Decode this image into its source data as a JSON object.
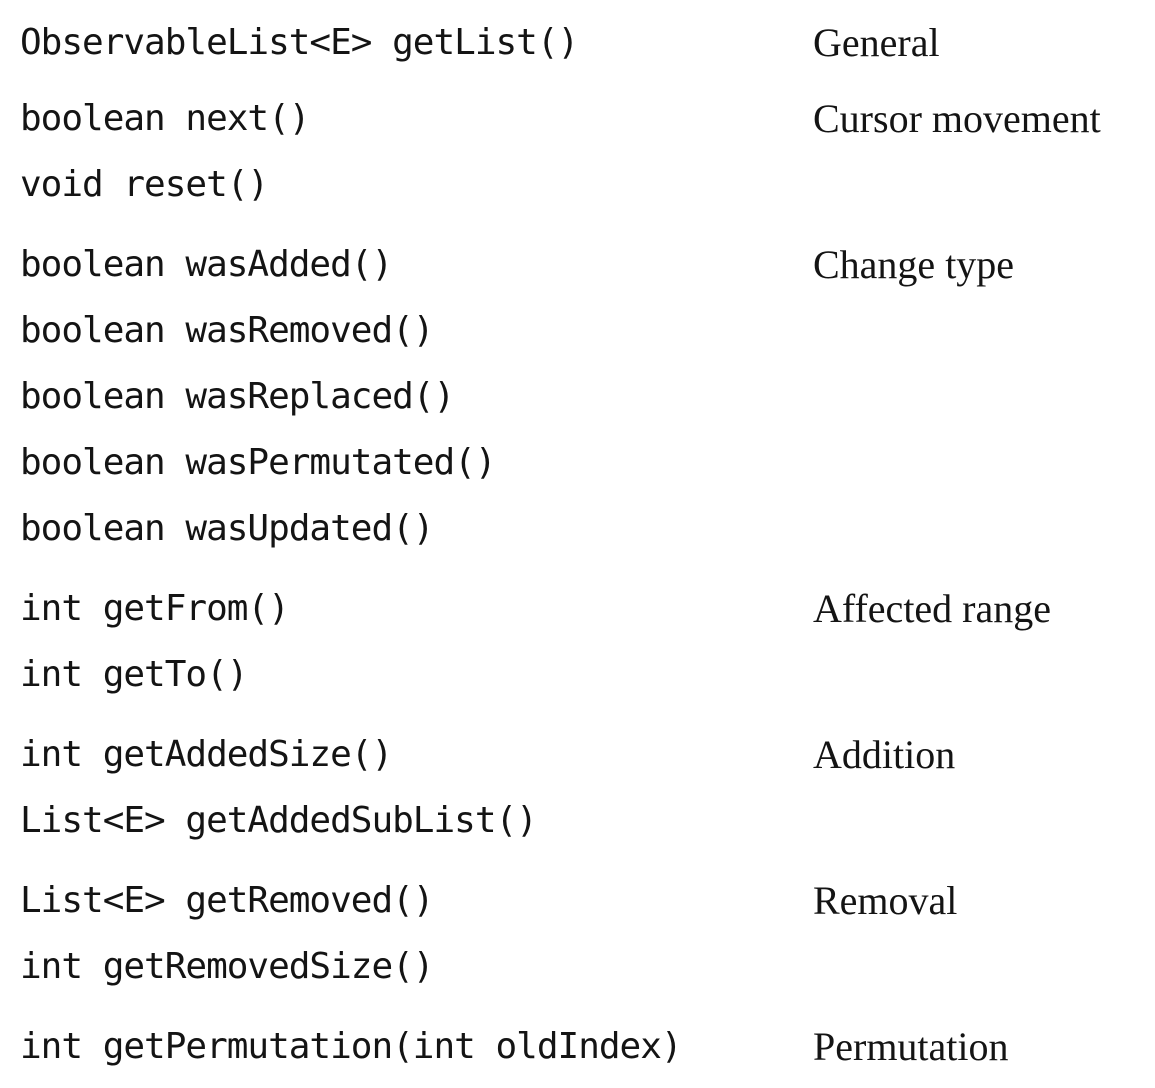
{
  "rows": [
    {
      "signature": "ObservableList<E> getList()",
      "category": "General"
    },
    {
      "signature": "boolean next()",
      "category": "Cursor movement"
    },
    {
      "signature": "void reset()",
      "category": ""
    },
    {
      "signature": "boolean wasAdded()",
      "category": "Change type"
    },
    {
      "signature": "boolean wasRemoved()",
      "category": ""
    },
    {
      "signature": "boolean wasReplaced()",
      "category": ""
    },
    {
      "signature": "boolean wasPermutated()",
      "category": ""
    },
    {
      "signature": "boolean wasUpdated()",
      "category": ""
    },
    {
      "signature": "int getFrom()",
      "category": "Affected range"
    },
    {
      "signature": "int getTo()",
      "category": ""
    },
    {
      "signature": "int getAddedSize()",
      "category": "Addition"
    },
    {
      "signature": "List<E> getAddedSubList()",
      "category": ""
    },
    {
      "signature": "List<E> getRemoved()",
      "category": "Removal"
    },
    {
      "signature": "int getRemovedSize()",
      "category": ""
    },
    {
      "signature": "int getPermutation(int oldIndex)",
      "category": "Permutation"
    }
  ]
}
